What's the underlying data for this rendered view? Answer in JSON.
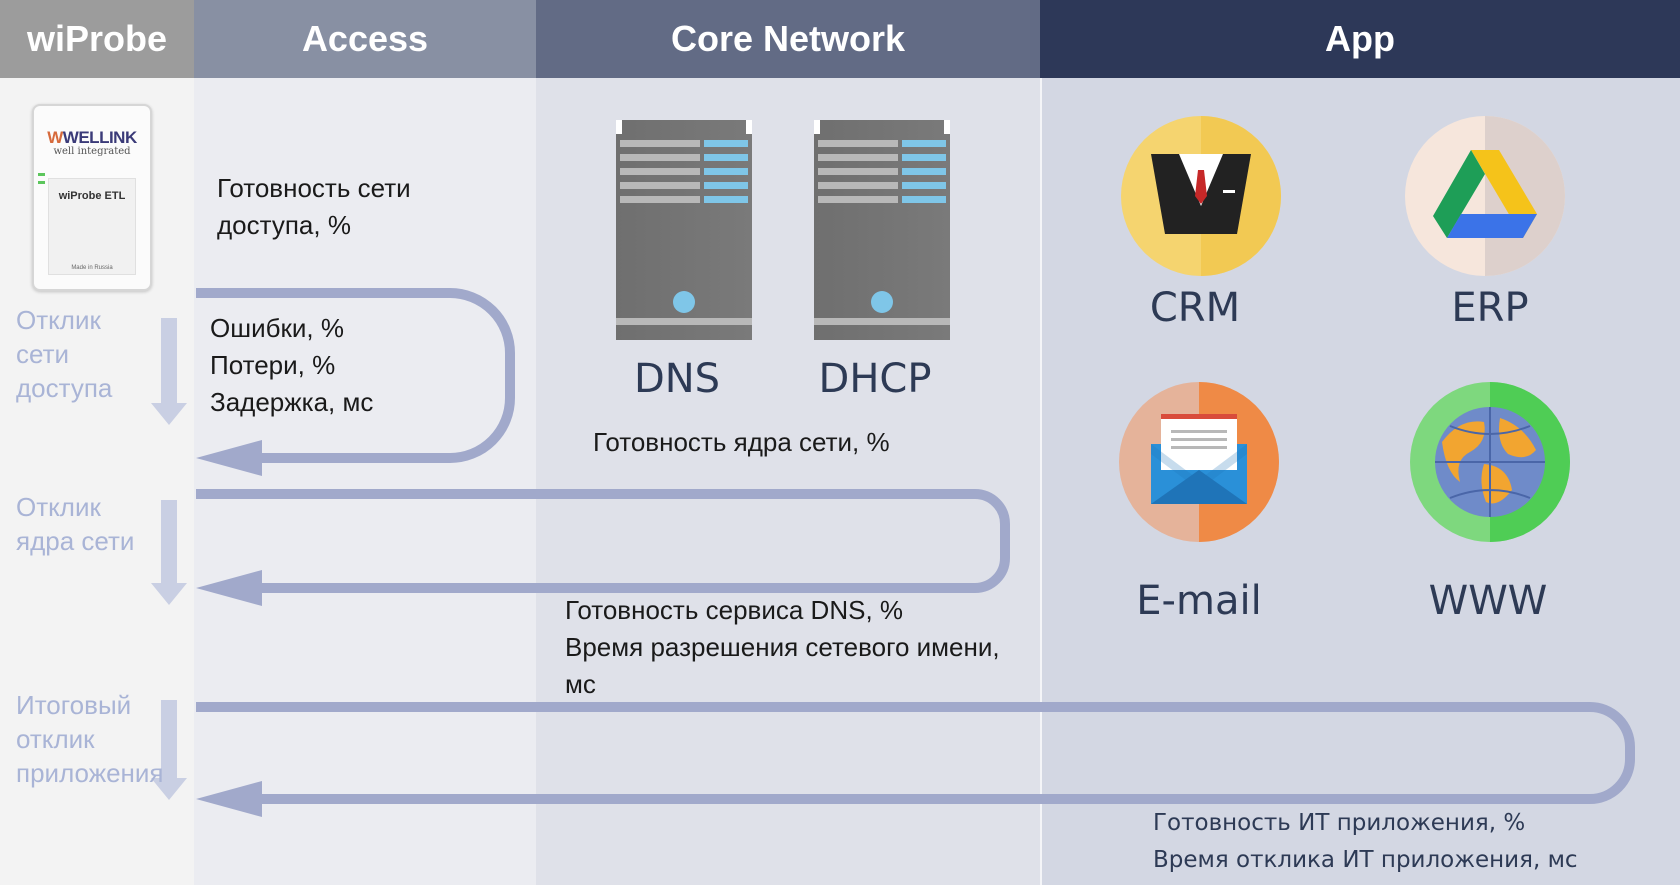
{
  "columns": {
    "wiprobe": {
      "title": "wiProbe"
    },
    "access": {
      "title": "Access"
    },
    "core": {
      "title": "Core Network"
    },
    "app": {
      "title": "App"
    }
  },
  "colors": {
    "header_wiprobe": "#9c9c9c",
    "header_access": "#8890a3",
    "header_core": "#626b85",
    "header_app": "#2d3858",
    "bg_wiprobe": "#f3f3f3",
    "bg_access": "#ebecf1",
    "bg_core": "#dfe1e9",
    "bg_app": "#d3d7e3",
    "loop_arrow": "#a1a9cb",
    "down_arrow": "#c9cfe3",
    "side_text": "#a9b4d6"
  },
  "device": {
    "brand": "WELLINK",
    "tagline": "well integrated",
    "model": "wiProbe ETL",
    "made_in": "Made in Russia"
  },
  "access": {
    "readiness": "Готовность сети доступа, %",
    "metrics": [
      "Ошибки, %",
      "Потери, %",
      "Задержка, мс"
    ]
  },
  "core": {
    "servers": [
      {
        "label": "DNS",
        "icon": "server-icon"
      },
      {
        "label": "DHCP",
        "icon": "server-icon"
      }
    ],
    "readiness": "Готовность ядра сети, %",
    "dns_metrics": [
      "Готовность сервиса DNS, %",
      "Время разрешения сетевого имени,",
      "мс"
    ]
  },
  "app": {
    "services": [
      {
        "label": "CRM",
        "icon": "businessman-icon"
      },
      {
        "label": "ERP",
        "icon": "google-drive-icon"
      },
      {
        "label": "E-mail",
        "icon": "envelope-icon"
      },
      {
        "label": "WWW",
        "icon": "globe-icon"
      }
    ],
    "metrics": [
      "Готовность ИТ приложения, %",
      "Время отклика ИТ приложения, мс"
    ]
  },
  "side_labels": [
    {
      "lines": [
        "Отклик",
        "сети",
        "доступа"
      ]
    },
    {
      "lines": [
        "Отклик",
        "ядра сети"
      ]
    },
    {
      "lines": [
        "Итоговый",
        "отклик",
        "приложения"
      ]
    }
  ]
}
